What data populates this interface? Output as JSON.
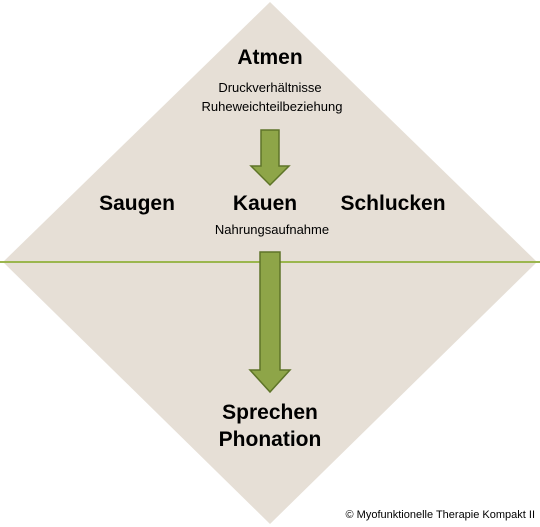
{
  "diagram": {
    "top": {
      "title": "Atmen",
      "line1": "Druckverhältnisse",
      "line2": "Ruheweichteilbeziehung"
    },
    "middle": {
      "left": "Saugen",
      "center": "Kauen",
      "right": "Schlucken",
      "center_sub": "Nahrungsaufnahme"
    },
    "bottom": {
      "line1": "Sprechen",
      "line2": "Phonation"
    },
    "copyright": "© Myofunktionelle Therapie Kompakt II"
  },
  "colors": {
    "diamond_fill": "#e6dfd6",
    "divider_line": "#9bb64e",
    "arrow_fill": "#8ea548",
    "arrow_stroke": "#5e7428"
  }
}
